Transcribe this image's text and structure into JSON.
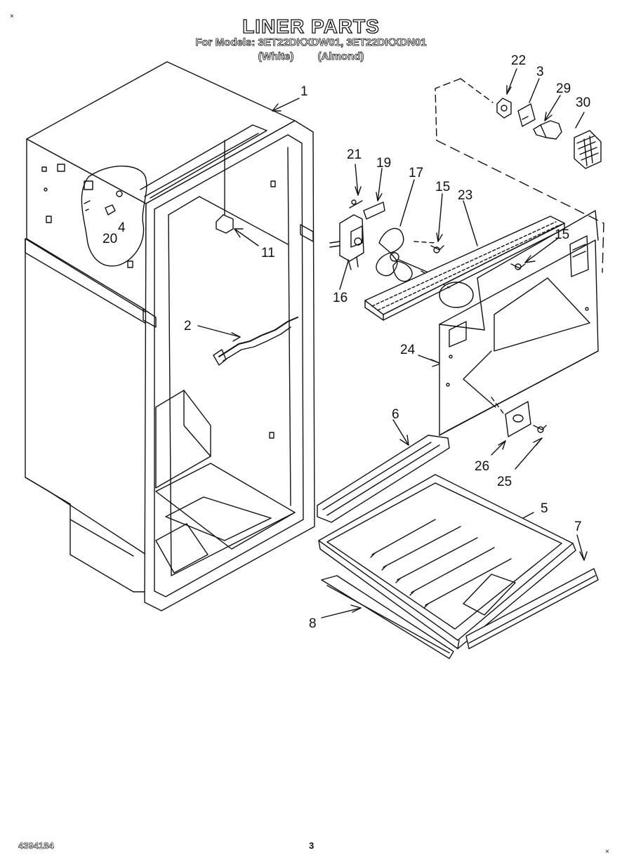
{
  "header": {
    "title": "LINER PARTS",
    "models_line": "For Models: 3ET22DKXDW01, 3ET22DKXDN01",
    "variants": [
      "(White)",
      "(Almond)"
    ]
  },
  "parts": {
    "p1": "1",
    "p2": "2",
    "p3": "3",
    "p4": "4",
    "p5": "5",
    "p6": "6",
    "p7": "7",
    "p8": "8",
    "p11": "11",
    "p15a": "15",
    "p15b": "15",
    "p16": "16",
    "p17": "17",
    "p19": "19",
    "p20": "20",
    "p21": "21",
    "p22": "22",
    "p23": "23",
    "p24": "24",
    "p25": "25",
    "p26": "26",
    "p29": "29",
    "p30": "30"
  },
  "footer": {
    "doc_number": "4394184",
    "page_number": "3"
  },
  "marks": {
    "corner": "×"
  }
}
